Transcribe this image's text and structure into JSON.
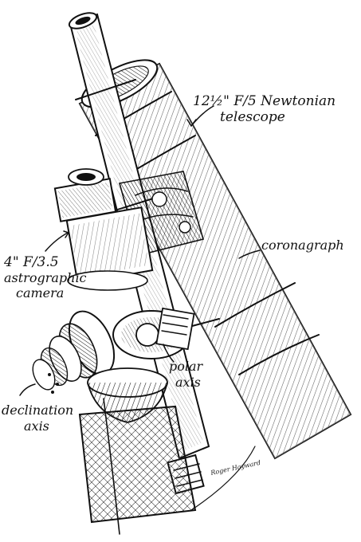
{
  "labels": {
    "telescope_line1": "12½\" F/5 Newtonian",
    "telescope_line2": "telescope",
    "coronagraph": "coronagraph",
    "camera_line1": "4\" F/3.5",
    "camera_line2": "astrographic",
    "camera_line3": "camera",
    "polar_line1": "polar",
    "polar_line2": "axis",
    "declination_line1": "declination",
    "declination_line2": "axis"
  },
  "signature": "Roger Hayward",
  "colors": {
    "ink": "#111111",
    "paper": "#ffffff"
  }
}
